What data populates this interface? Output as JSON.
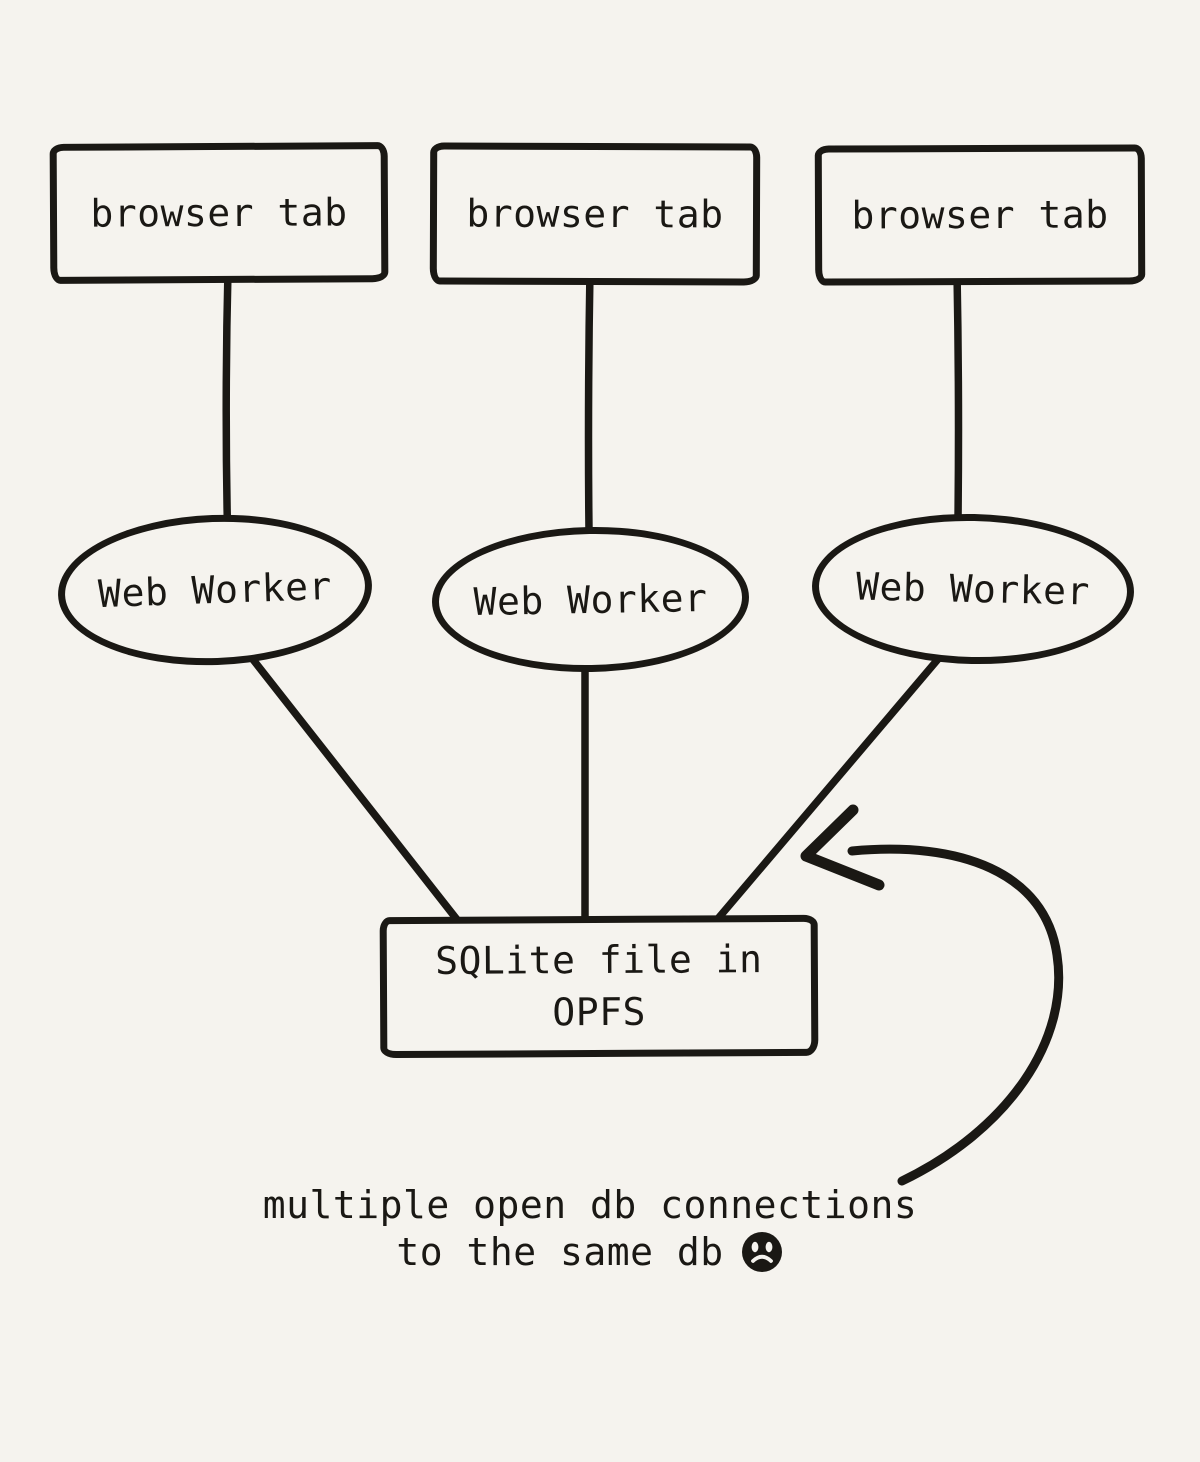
{
  "palette": {
    "background": "#f5f3ee",
    "ink": "#1a1814"
  },
  "diagram": {
    "nodes": {
      "tabs": [
        {
          "id": "tab-1",
          "shape": "rectangle",
          "label": "browser tab"
        },
        {
          "id": "tab-2",
          "shape": "rectangle",
          "label": "browser tab"
        },
        {
          "id": "tab-3",
          "shape": "rectangle",
          "label": "browser tab"
        }
      ],
      "workers": [
        {
          "id": "worker-1",
          "shape": "ellipse",
          "label": "Web Worker"
        },
        {
          "id": "worker-2",
          "shape": "ellipse",
          "label": "Web Worker"
        },
        {
          "id": "worker-3",
          "shape": "ellipse",
          "label": "Web Worker"
        }
      ],
      "database": {
        "id": "sqlite-opfs",
        "shape": "rectangle",
        "label": "SQLite file in OPFS"
      }
    },
    "connections": [
      {
        "from": "tab-1",
        "to": "worker-1"
      },
      {
        "from": "tab-2",
        "to": "worker-2"
      },
      {
        "from": "tab-3",
        "to": "worker-3"
      },
      {
        "from": "worker-1",
        "to": "sqlite-opfs"
      },
      {
        "from": "worker-2",
        "to": "sqlite-opfs"
      },
      {
        "from": "worker-3",
        "to": "sqlite-opfs"
      }
    ],
    "annotation": {
      "arrow_icon": "curved-arrow-icon",
      "points_at": "worker-to-sqlite-connections"
    }
  },
  "caption": {
    "line1": "multiple open db connections",
    "line2": "to the same db",
    "emoji_icon": "frowning-face-icon"
  }
}
